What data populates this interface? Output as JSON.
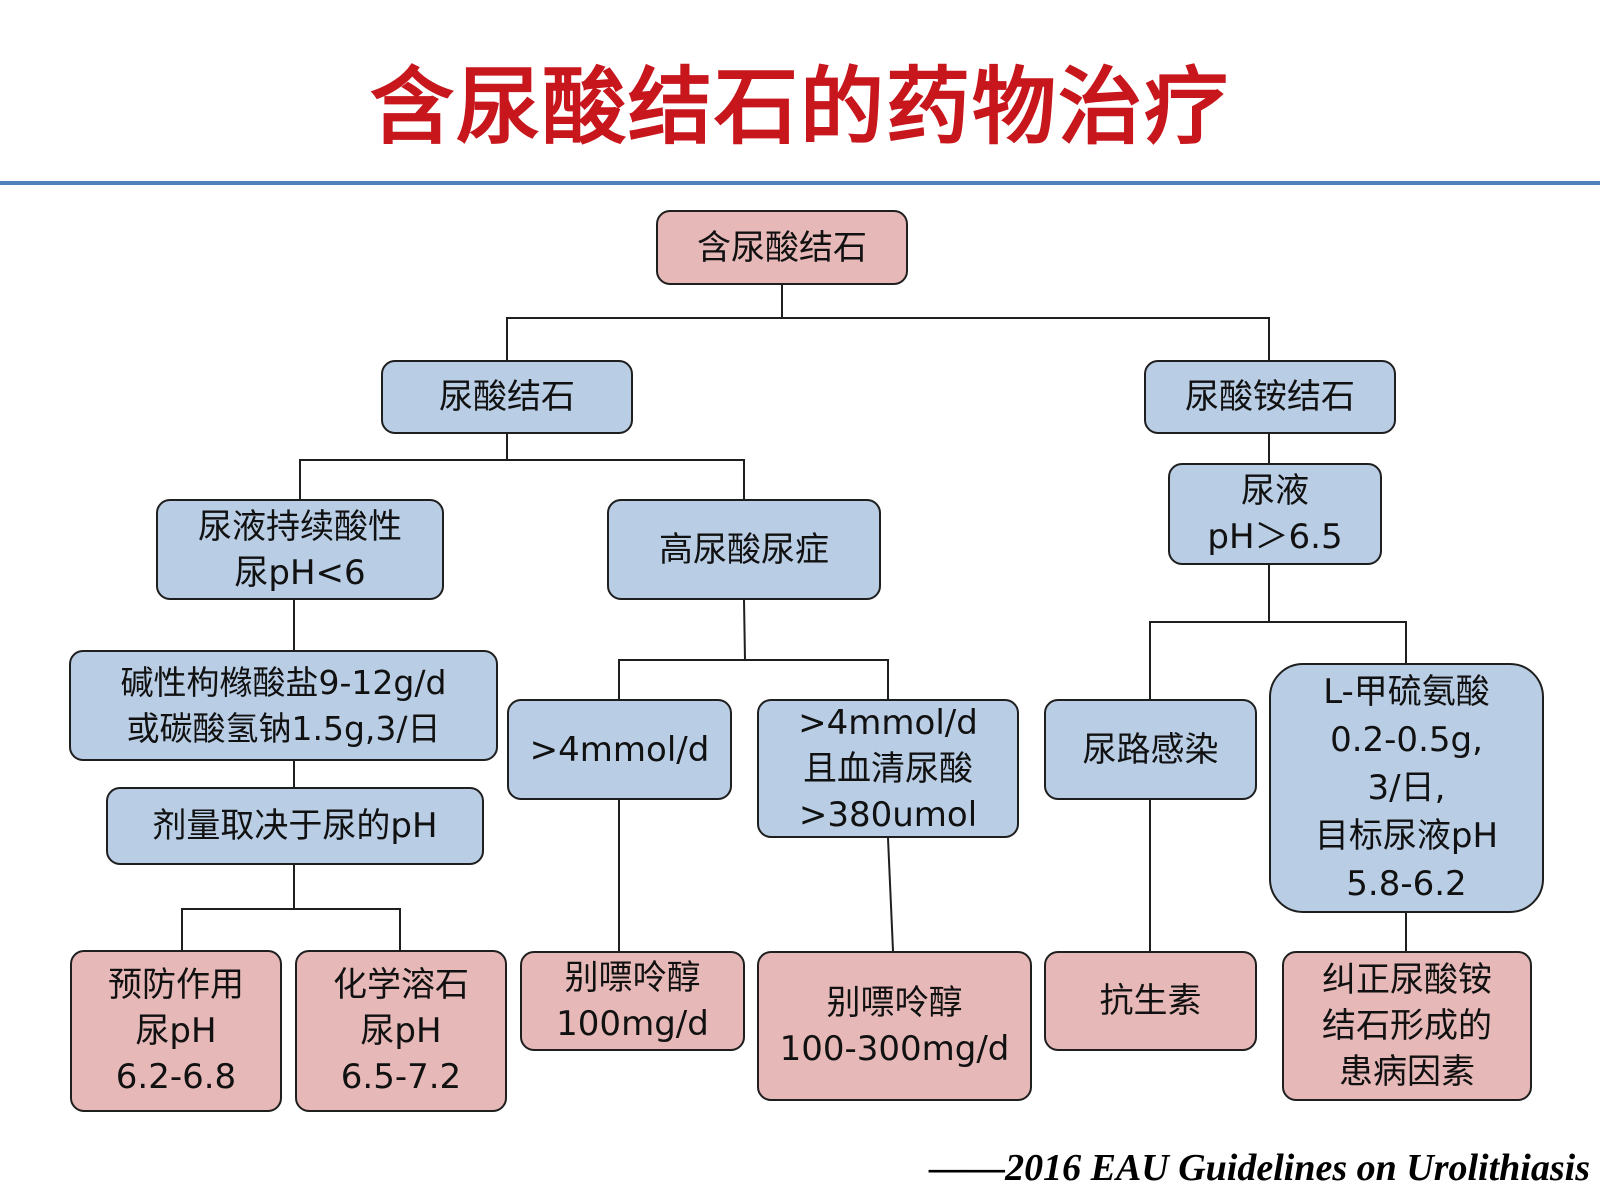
{
  "title": "含尿酸结石的药物治疗",
  "nodes": {
    "root": {
      "lines": [
        "含尿酸结石"
      ]
    },
    "uric": {
      "lines": [
        "尿酸结石"
      ]
    },
    "ammonium": {
      "lines": [
        "尿酸铵结石"
      ]
    },
    "acidic": {
      "lines": [
        "尿液持续酸性",
        "尿pH<6"
      ]
    },
    "hyper": {
      "lines": [
        "高尿酸尿症"
      ]
    },
    "urine_ph": {
      "lines": [
        "尿液",
        "pH＞6.5"
      ]
    },
    "alkali": {
      "lines": [
        "碱性枸橼酸盐9-12g/d",
        "或碳酸氢钠1.5g,3/日"
      ]
    },
    "dose": {
      "lines": [
        "剂量取决于尿的pH"
      ]
    },
    "gt4": {
      "lines": [
        ">4mmol/d"
      ]
    },
    "gt4serum": {
      "lines": [
        ">4mmol/d",
        "且血清尿酸",
        ">380umol"
      ]
    },
    "uti": {
      "lines": [
        "尿路感染"
      ]
    },
    "methionine": {
      "lines": [
        "L-甲硫氨酸",
        "0.2-0.5g,",
        "3/日,",
        "目标尿液pH",
        "5.8-6.2"
      ]
    },
    "prevent": {
      "lines": [
        "预防作用",
        "尿pH",
        "6.2-6.8"
      ]
    },
    "dissolve": {
      "lines": [
        "化学溶石",
        "尿pH",
        "6.5-7.2"
      ]
    },
    "allo1": {
      "lines": [
        "别嘌呤醇",
        "100mg/d"
      ]
    },
    "allo2": {
      "lines": [
        "别嘌呤醇",
        "100-300mg/d"
      ]
    },
    "antibiotic": {
      "lines": [
        "抗生素"
      ]
    },
    "correct": {
      "lines": [
        "纠正尿酸铵",
        "结石形成的",
        "患病因素"
      ]
    }
  },
  "source": "——2016  EAU Guidelines on Urolithiasis",
  "colors": {
    "title": "#c8161d",
    "rule": "#4f81bd",
    "blue_box": "#b9cde5",
    "pink_box": "#e6b9b8",
    "border": "#1f1f1f"
  }
}
